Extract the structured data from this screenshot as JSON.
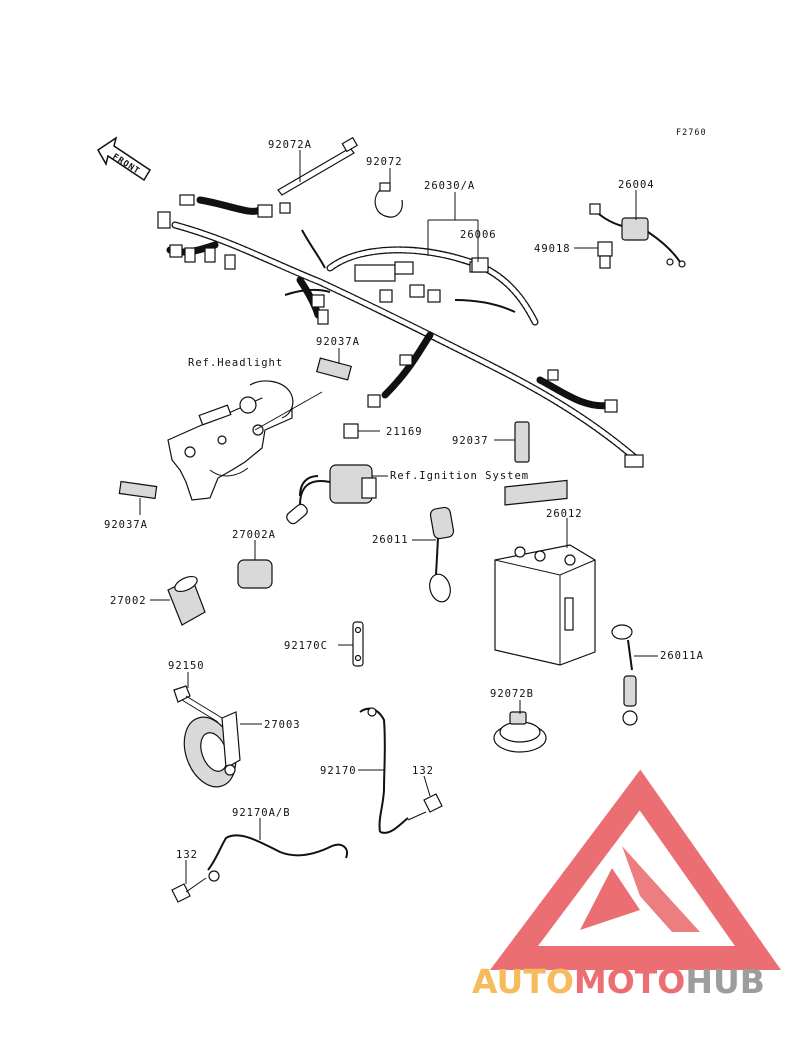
{
  "figure_code": "F2760",
  "front_label": "FRONT",
  "part_labels": {
    "p92072A": "92072A",
    "p92072": "92072",
    "p26030A": "26030/A",
    "p26004": "26004",
    "p26006": "26006",
    "p49018": "49018",
    "p92037A_top": "92037A",
    "ref_headlight": "Ref.Headlight",
    "p21169": "21169",
    "p92037": "92037",
    "ref_ignition": "Ref.Ignition System",
    "p92037A_bottom": "92037A",
    "p26012": "26012",
    "p27002A": "27002A",
    "p26011": "26011",
    "p27002": "27002",
    "p92170C": "92170C",
    "p26011A": "26011A",
    "p92150": "92150",
    "p27003": "27003",
    "p92072B": "92072B",
    "p92170": "92170",
    "p132_right": "132",
    "p92170AB": "92170A/B",
    "p132_left": "132"
  },
  "watermark": {
    "part1": "AUTO",
    "part2": "MOTO",
    "part3": "HUB",
    "color_orange": "#f5b041",
    "color_red": "#e8575a",
    "color_gray": "#8c8c8c"
  }
}
